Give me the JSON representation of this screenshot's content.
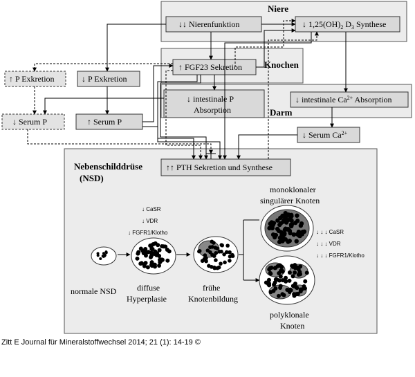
{
  "regions": {
    "kidney": "Niere",
    "bone": "Knochen",
    "gut": "Darm",
    "parathyroid_line1": "Nebenschilddrüse",
    "parathyroid_line2": "(NSD)"
  },
  "boxes": {
    "kidney_function": "↓↓ Nierenfunktion",
    "calcitriol_prefix": "↓ 1,25(OH)",
    "calcitriol_sub1": "2",
    "calcitriol_mid": " D",
    "calcitriol_sub2": "3",
    "calcitriol_suffix": " Synthese",
    "fgf23": "↑ FGF23 Sekretion",
    "p_excretion_up": "↑ P Exkretion",
    "p_excretion_down": "↓ P Exkretion",
    "intestinal_p_line1": "↓ intestinale P",
    "intestinal_p_line2": "Absorption",
    "intestinal_ca_prefix": "↓ intestinale Ca",
    "intestinal_ca_sup": "2+",
    "intestinal_ca_suffix": " Absorption",
    "serum_p_down": "↓ Serum P",
    "serum_p_up": "↑ Serum P",
    "serum_ca_prefix": "↓ Serum Ca",
    "serum_ca_sup": "2+",
    "pth": "↑↑ PTH Sekretion und Synthese"
  },
  "stages": {
    "normal": "normale NSD",
    "diffuse_line1": "diffuse",
    "diffuse_line2": "Hyperplasie",
    "early_line1": "frühe",
    "early_line2": "Knotenbildung",
    "mono_line1": "monoklonaler",
    "mono_line2": "singulärer Knoten",
    "poly_line1": "polyklonale",
    "poly_line2": "Knoten"
  },
  "receptors_diffuse": [
    "↓ CaSR",
    "↓ VDR",
    "↓ FGFR1/Klotho"
  ],
  "receptors_nodular": [
    "↓ ↓ ↓ CaSR",
    "↓ ↓ ↓ VDR",
    "↓ ↓ ↓ FGFR1/Klotho"
  ],
  "caption": "Zitt E Journal für Mineralstoffwechsel 2014; 21 (1): 14-19 ©"
}
